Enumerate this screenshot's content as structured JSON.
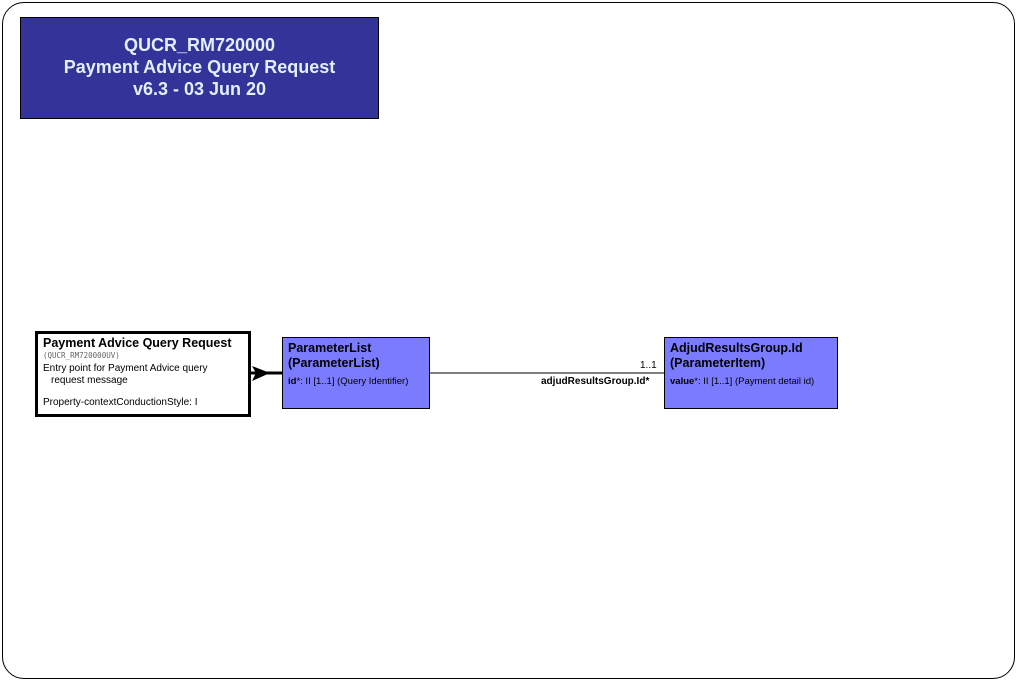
{
  "header": {
    "model_id": "QUCR_RM720000",
    "model_name": "Payment Advice Query Request",
    "version": "v6.3 - 03 Jun 20"
  },
  "entry_point": {
    "title": "Payment Advice Query Request",
    "code": "(QUCR_RM720000UV)",
    "description_line1": "Entry point for Payment Advice query",
    "description_line2": "request message",
    "property": "Property-contextConductionStyle: I"
  },
  "classes": [
    {
      "name_line1": "ParameterList",
      "name_line2": "(ParameterList)",
      "attr_name": "id",
      "attr_rest": "*: II [1..1] (Query Identifier)"
    },
    {
      "name_line1": "AdjudResultsGroup.Id",
      "name_line2": "(ParameterItem)",
      "attr_name": "value",
      "attr_rest": "*: II [1..1] (Payment detail id)"
    }
  ],
  "association": {
    "multiplicity": "1..1",
    "role": "adjudResultsGroup.Id*"
  },
  "colors": {
    "title_bg": "#333399",
    "title_text": "#e0f0ff",
    "class_bg": "#7b7bff"
  }
}
